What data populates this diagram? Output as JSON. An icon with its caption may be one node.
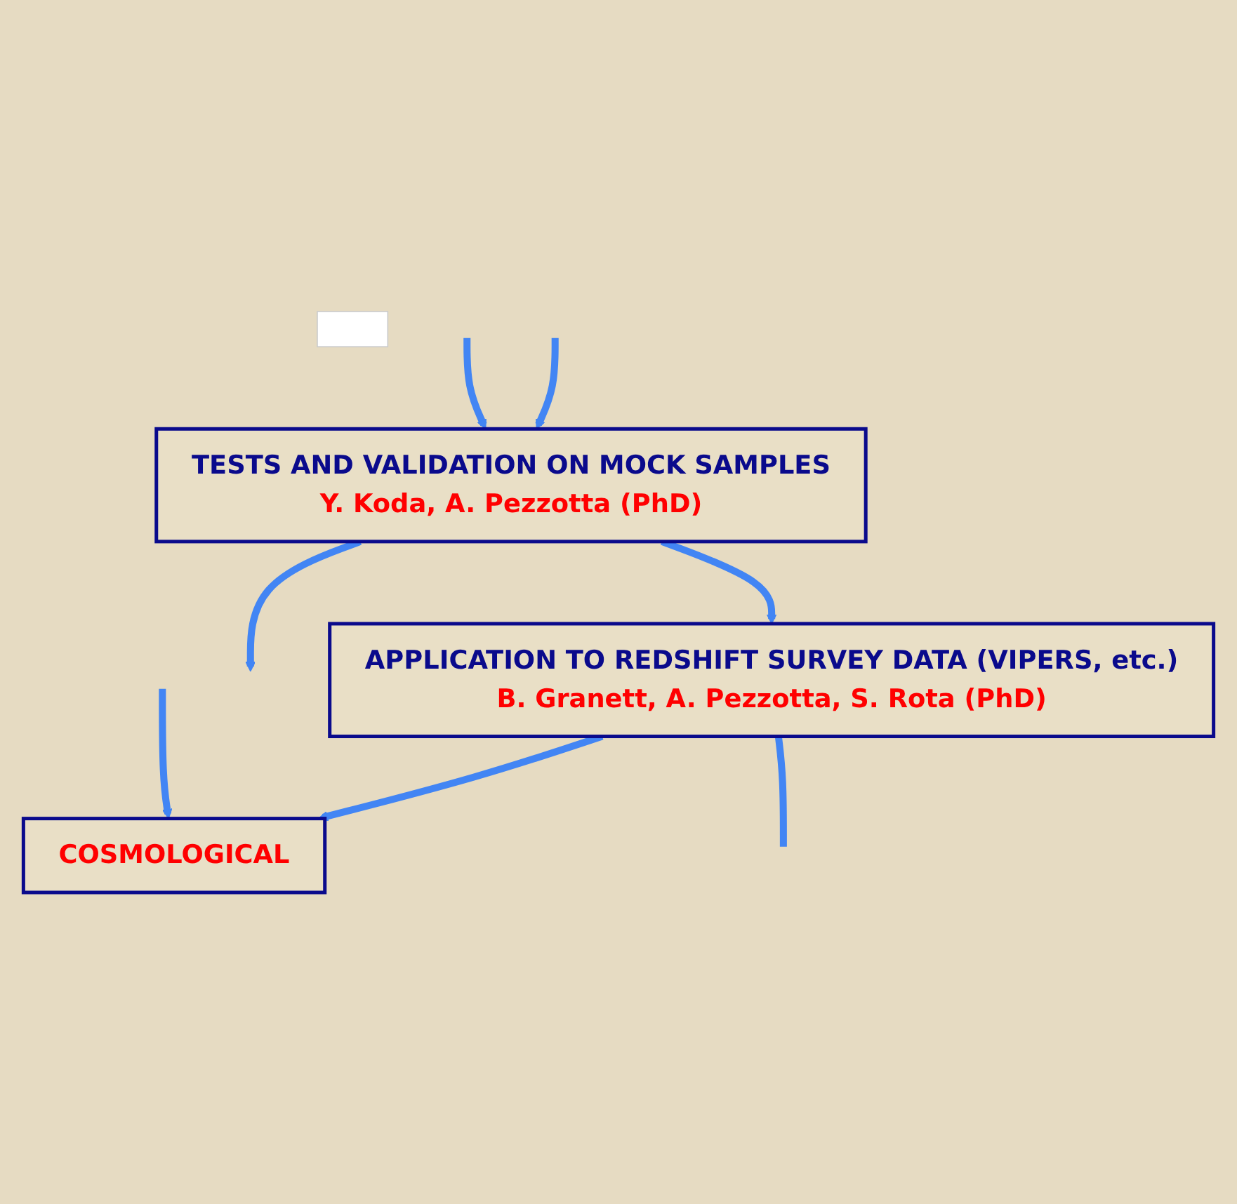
{
  "diagram": {
    "nodes": [
      {
        "text": [
          "TESTS AND VALIDATION ON MOCK SAMPLES",
          "Y. Koda, A. Pezzotta (PhD)"
        ]
      },
      {
        "text": [
          "APPLICATION TO REDSHIFT SURVEY DATA (VIPERS, etc.)",
          "B. Granett, A. Pezzotta, S. Rota (PhD)"
        ]
      },
      {
        "text": [
          "COSMOLOGICAL"
        ]
      },
      {
        "text": [],
        "shape": "box"
      }
    ],
    "edges": [
      {
        "from": null,
        "to": 0,
        "arrow": "to"
      },
      {
        "from": null,
        "to": 0,
        "arrow": "to"
      },
      {
        "from": 0,
        "to": 1,
        "arrow": "to"
      },
      {
        "from": 1,
        "to": 2,
        "arrow": "to"
      },
      {
        "from": 0,
        "to": null,
        "arrow": "to"
      },
      {
        "from": 1,
        "to": null,
        "arrow": "none"
      },
      {
        "from": null,
        "to": 2,
        "arrow": "to"
      }
    ]
  }
}
